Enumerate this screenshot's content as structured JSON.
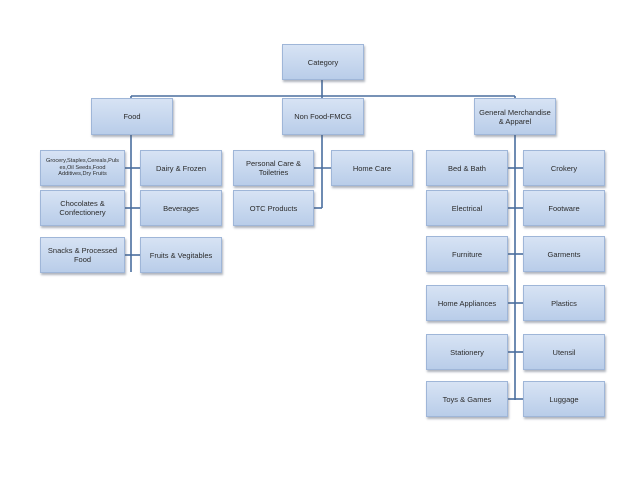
{
  "root": "Category",
  "branches": {
    "food": {
      "label": "Food",
      "items": [
        "Grocery,Staples,Cereals,Puls es,Oil Seeds,Food Additives,Dry Fruits",
        "Dairy & Frozen",
        "Chocolates & Confectionery",
        "Beverages",
        "Snacks & Processed Food",
        "Fruits & Vegitables"
      ]
    },
    "nonfood": {
      "label": "Non Food-FMCG",
      "items": [
        "Personal Care & Toiletries",
        "Home Care",
        "OTC Products"
      ]
    },
    "general": {
      "label": "General Merchandise & Apparel",
      "items": [
        "Bed & Bath",
        "Crokery",
        "Electrical",
        "Footware",
        "Furniture",
        "Garments",
        "Home Appliances",
        "Plastics",
        "Stationery",
        "Utensil",
        "Toys & Games",
        "Luggage"
      ]
    }
  }
}
